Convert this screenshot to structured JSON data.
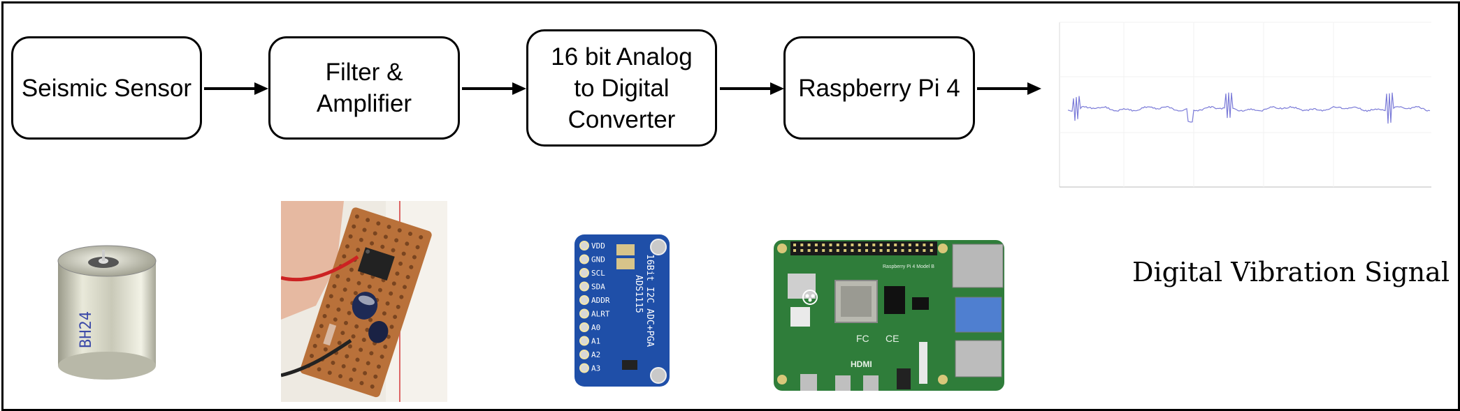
{
  "pipeline": {
    "seismic_sensor": "Seismic Sensor",
    "filter_amp_line1": "Filter &",
    "filter_amp_line2": "Amplifier",
    "adc_line1": "16 bit Analog",
    "adc_line2": "to Digital",
    "adc_line3": "Converter",
    "raspberry_pi": "Raspberry Pi 4"
  },
  "photos": {
    "sensor_label": "BH24",
    "adc_board_title": "16Bit I2C ADC+PGA",
    "adc_board_chip": "ADS1115",
    "adc_pins": [
      "VDD",
      "GND",
      "SCL",
      "SDA",
      "ADDR",
      "ALRT",
      "A0",
      "A1",
      "A2",
      "A3"
    ],
    "rpi_silkscreen": "Raspberry Pi 4 Model B",
    "rpi_hdmi": "HDMI",
    "rpi_ce": "CE",
    "rpi_fc": "FC"
  },
  "signal_caption": "Digital Vibration Signal",
  "colors": {
    "signal": "#7b7bd8",
    "pcb_green": "#2f7d3a",
    "adc_blue": "#1f4fa8",
    "perfboard": "#b9713a"
  }
}
